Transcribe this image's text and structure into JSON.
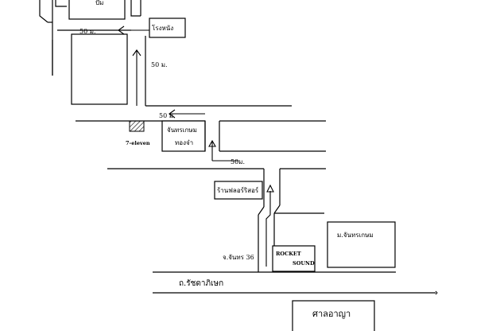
{
  "labels": {
    "top_building": "ปั๊ม",
    "dist_top": "50 ม.",
    "theatre": "โรงหนัง",
    "dist_vertical": "50 ม.",
    "dist_middle": "50 ม.",
    "seven_eleven": "7-eleven",
    "chanthakasem_1": "จันทรเกษม",
    "chanthakasem_2": "ทองจ๋า",
    "dist_lower": "50ม.",
    "flower_shop": "ร้านฟลอร์ริสอร์",
    "university": "ม.จันทรเกษม",
    "rocket_sound_1": "ROCKET",
    "rocket_sound_2": "SOUND",
    "soi": "จ.จันทร 36",
    "road_name": "ถ.รัชดาภิเษก",
    "court": "ศาลอาญา"
  },
  "colors": {
    "ink": "#000000",
    "background": "#ffffff"
  }
}
